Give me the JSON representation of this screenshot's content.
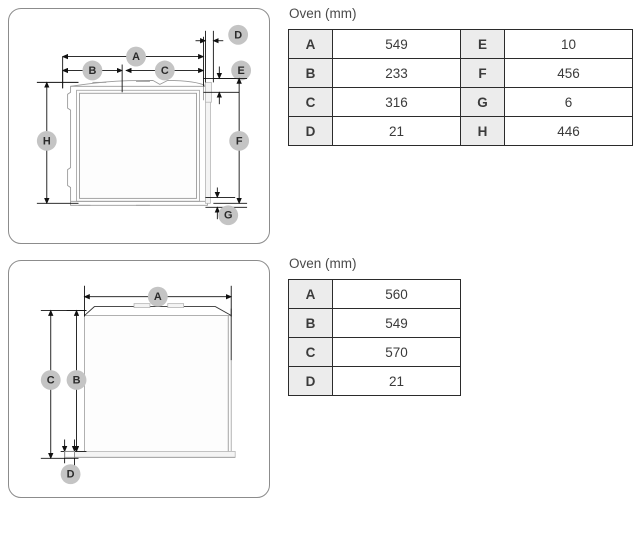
{
  "panels": [
    {
      "name": "oven-top-view",
      "view_label": "oven side/top cutaway drawing",
      "markers": [
        "A",
        "B",
        "C",
        "D",
        "E",
        "F",
        "G",
        "H"
      ]
    },
    {
      "name": "oven-front-view",
      "view_label": "oven front elevation drawing",
      "markers": [
        "A",
        "B",
        "C",
        "D"
      ]
    }
  ],
  "tables": [
    {
      "title": "Oven (mm)",
      "columns": [
        "key",
        "value",
        "key",
        "value"
      ],
      "rows": [
        {
          "k1": "A",
          "v1": "549",
          "k2": "E",
          "v2": "10"
        },
        {
          "k1": "B",
          "v1": "233",
          "k2": "F",
          "v2": "456"
        },
        {
          "k1": "C",
          "v1": "316",
          "k2": "G",
          "v2": "6"
        },
        {
          "k1": "D",
          "v1": "21",
          "k2": "H",
          "v2": "446"
        }
      ]
    },
    {
      "title": "Oven (mm)",
      "columns": [
        "key",
        "value"
      ],
      "rows": [
        {
          "k1": "A",
          "v1": "560"
        },
        {
          "k1": "B",
          "v1": "549"
        },
        {
          "k1": "C",
          "v1": "570"
        },
        {
          "k1": "D",
          "v1": "21"
        }
      ]
    }
  ],
  "badges": {
    "top": [
      "A",
      "B",
      "C",
      "D",
      "E",
      "F",
      "G",
      "H"
    ],
    "bottom": [
      "A",
      "B",
      "C",
      "D"
    ]
  },
  "colors": {
    "badge_fill": "#c4c4c4",
    "badge_text": "#2b2b2b",
    "panel_border": "#8c8c8c",
    "table_border": "#2b2b2b",
    "key_cell_bg": "#ececec",
    "title_text": "#4a4a4a",
    "dimension_line": "#111111",
    "body_outline": "#9a9a9a"
  }
}
